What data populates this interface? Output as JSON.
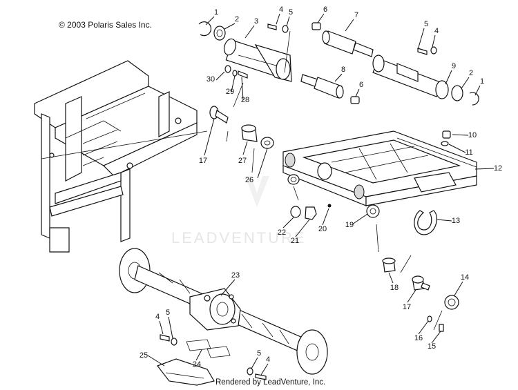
{
  "copyright": "© 2003 Polaris Sales Inc.",
  "watermark": "LEADVENTURE",
  "rendered_by": "Rendered by LeadVenture, Inc.",
  "callouts": [
    "1",
    "2",
    "3",
    "4",
    "5",
    "6",
    "7",
    "5",
    "4",
    "8",
    "9",
    "2",
    "1",
    "30",
    "29",
    "28",
    "6",
    "10",
    "11",
    "12",
    "17",
    "27",
    "26",
    "13",
    "22",
    "21",
    "20",
    "19",
    "23",
    "18",
    "14",
    "17",
    "4",
    "5",
    "16",
    "15",
    "25",
    "24",
    "5",
    "4"
  ]
}
